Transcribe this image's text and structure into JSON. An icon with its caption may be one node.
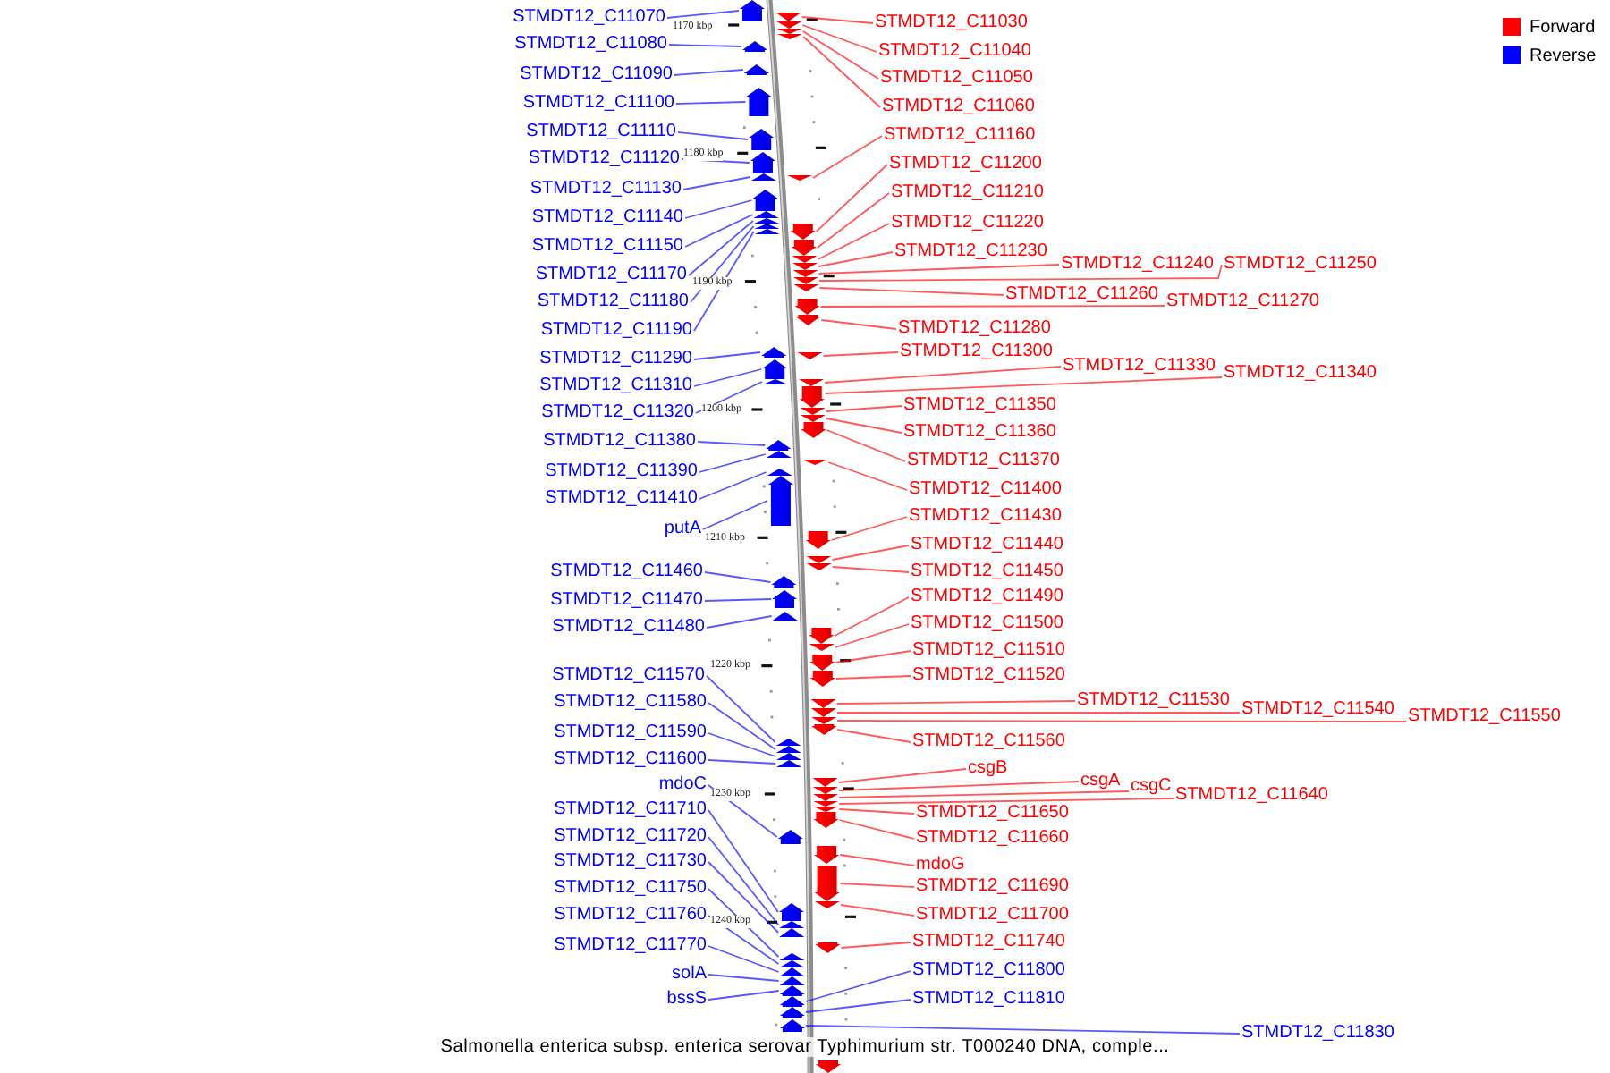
{
  "diagram": {
    "caption": "Salmonella enterica subsp. enterica serovar Typhimurium str. T000240 DNA, comple...",
    "nodes": [
      {
        "text": [
          "STMDT12_C11070"
        ]
      },
      {
        "text": [
          "STMDT12_C11080"
        ]
      },
      {
        "text": [
          "STMDT12_C11090"
        ]
      },
      {
        "text": [
          "STMDT12_C11100"
        ]
      },
      {
        "text": [
          "STMDT12_C11110"
        ]
      },
      {
        "text": [
          "STMDT12_C11120"
        ]
      },
      {
        "text": [
          "STMDT12_C11130"
        ]
      },
      {
        "text": [
          "STMDT12_C11140"
        ]
      },
      {
        "text": [
          "STMDT12_C11150"
        ]
      },
      {
        "text": [
          "STMDT12_C11170"
        ]
      },
      {
        "text": [
          "STMDT12_C11180"
        ]
      },
      {
        "text": [
          "STMDT12_C11190"
        ]
      },
      {
        "text": [
          "STMDT12_C11290"
        ]
      },
      {
        "text": [
          "STMDT12_C11310"
        ]
      },
      {
        "text": [
          "STMDT12_C11320"
        ]
      },
      {
        "text": [
          "STMDT12_C11380"
        ]
      },
      {
        "text": [
          "STMDT12_C11390"
        ]
      },
      {
        "text": [
          "STMDT12_C11410"
        ]
      },
      {
        "text": [
          "putA"
        ]
      },
      {
        "text": [
          "STMDT12_C11460"
        ]
      },
      {
        "text": [
          "STMDT12_C11470"
        ]
      },
      {
        "text": [
          "STMDT12_C11480"
        ]
      },
      {
        "text": [
          "STMDT12_C11570"
        ]
      },
      {
        "text": [
          "STMDT12_C11580"
        ]
      },
      {
        "text": [
          "STMDT12_C11590"
        ]
      },
      {
        "text": [
          "STMDT12_C11600"
        ]
      },
      {
        "text": [
          "mdoC"
        ]
      },
      {
        "text": [
          "STMDT12_C11710"
        ]
      },
      {
        "text": [
          "STMDT12_C11720"
        ]
      },
      {
        "text": [
          "STMDT12_C11730"
        ]
      },
      {
        "text": [
          "STMDT12_C11750"
        ]
      },
      {
        "text": [
          "STMDT12_C11760"
        ]
      },
      {
        "text": [
          "STMDT12_C11770"
        ]
      },
      {
        "text": [
          "solA"
        ]
      },
      {
        "text": [
          "bssS"
        ]
      },
      {
        "text": [
          "STMDT12_C11030"
        ]
      },
      {
        "text": [
          "STMDT12_C11040"
        ]
      },
      {
        "text": [
          "STMDT12_C11050"
        ]
      },
      {
        "text": [
          "STMDT12_C11060"
        ]
      },
      {
        "text": [
          "STMDT12_C11160"
        ]
      },
      {
        "text": [
          "STMDT12_C11200"
        ]
      },
      {
        "text": [
          "STMDT12_C11210"
        ]
      },
      {
        "text": [
          "STMDT12_C11220"
        ]
      },
      {
        "text": [
          "STMDT12_C11230"
        ]
      },
      {
        "text": [
          "STMDT12_C11240"
        ]
      },
      {
        "text": [
          "STMDT12_C11250"
        ]
      },
      {
        "text": [
          "STMDT12_C11260"
        ]
      },
      {
        "text": [
          "STMDT12_C11270"
        ]
      },
      {
        "text": [
          "STMDT12_C11280"
        ]
      },
      {
        "text": [
          "STMDT12_C11300"
        ]
      },
      {
        "text": [
          "STMDT12_C11330"
        ]
      },
      {
        "text": [
          "STMDT12_C11340"
        ]
      },
      {
        "text": [
          "STMDT12_C11350"
        ]
      },
      {
        "text": [
          "STMDT12_C11360"
        ]
      },
      {
        "text": [
          "STMDT12_C11370"
        ]
      },
      {
        "text": [
          "STMDT12_C11400"
        ]
      },
      {
        "text": [
          "STMDT12_C11430"
        ]
      },
      {
        "text": [
          "STMDT12_C11440"
        ]
      },
      {
        "text": [
          "STMDT12_C11450"
        ]
      },
      {
        "text": [
          "STMDT12_C11490"
        ]
      },
      {
        "text": [
          "STMDT12_C11500"
        ]
      },
      {
        "text": [
          "STMDT12_C11510"
        ]
      },
      {
        "text": [
          "STMDT12_C11520"
        ]
      },
      {
        "text": [
          "STMDT12_C11530"
        ]
      },
      {
        "text": [
          "STMDT12_C11540"
        ]
      },
      {
        "text": [
          "STMDT12_C11550"
        ]
      },
      {
        "text": [
          "STMDT12_C11560"
        ]
      },
      {
        "text": [
          "csgB"
        ]
      },
      {
        "text": [
          "csgA"
        ]
      },
      {
        "text": [
          "csgC"
        ]
      },
      {
        "text": [
          "STMDT12_C11640"
        ]
      },
      {
        "text": [
          "STMDT12_C11650"
        ]
      },
      {
        "text": [
          "STMDT12_C11660"
        ]
      },
      {
        "text": [
          "mdoG"
        ]
      },
      {
        "text": [
          "STMDT12_C11690"
        ]
      },
      {
        "text": [
          "STMDT12_C11700"
        ]
      },
      {
        "text": [
          "STMDT12_C11740"
        ]
      },
      {
        "text": [
          "STMDT12_C11800"
        ]
      },
      {
        "text": [
          "STMDT12_C11810"
        ]
      },
      {
        "text": [
          "STMDT12_C11830"
        ]
      },
      {
        "text": [],
        "shape": "block"
      },
      {
        "text": [],
        "shape": "block"
      },
      {
        "text": [],
        "shape": "block"
      },
      {
        "text": [],
        "shape": "block"
      },
      {
        "text": [],
        "shape": "block"
      },
      {
        "text": [],
        "shape": "block"
      },
      {
        "text": [],
        "shape": "block"
      },
      {
        "text": [],
        "shape": "block"
      },
      {
        "text": [],
        "shape": "block"
      },
      {
        "text": [],
        "shape": "block"
      },
      {
        "text": [],
        "shape": "block"
      },
      {
        "text": [],
        "shape": "block"
      },
      {
        "text": [],
        "shape": "block"
      },
      {
        "text": [],
        "shape": "block"
      },
      {
        "text": [],
        "shape": "block"
      },
      {
        "text": [],
        "shape": "block"
      },
      {
        "text": [],
        "shape": "block"
      },
      {
        "text": [],
        "shape": "block"
      },
      {
        "text": [],
        "shape": "block"
      },
      {
        "text": [],
        "shape": "block"
      },
      {
        "text": [],
        "shape": "block"
      },
      {
        "text": [],
        "shape": "block"
      },
      {
        "text": [],
        "shape": "block"
      },
      {
        "text": [],
        "shape": "block"
      },
      {
        "text": [],
        "shape": "block"
      },
      {
        "text": [],
        "shape": "block"
      },
      {
        "text": [],
        "shape": "block"
      },
      {
        "text": [],
        "shape": "block"
      },
      {
        "text": [],
        "shape": "block"
      },
      {
        "text": [],
        "shape": "block"
      },
      {
        "text": [],
        "shape": "block"
      },
      {
        "text": [],
        "shape": "block"
      },
      {
        "text": [],
        "shape": "block"
      },
      {
        "text": [],
        "shape": "block"
      },
      {
        "text": [],
        "shape": "block"
      },
      {
        "text": [],
        "shape": "block"
      },
      {
        "text": [],
        "shape": "block"
      },
      {
        "text": [],
        "shape": "block"
      },
      {
        "text": [],
        "shape": "block"
      },
      {
        "text": [],
        "shape": "block"
      },
      {
        "text": [],
        "shape": "block"
      },
      {
        "text": [],
        "shape": "block"
      },
      {
        "text": [],
        "shape": "block"
      },
      {
        "text": [],
        "shape": "block"
      },
      {
        "text": [],
        "shape": "block"
      },
      {
        "text": [],
        "shape": "block"
      },
      {
        "text": [],
        "shape": "block"
      },
      {
        "text": [],
        "shape": "block"
      },
      {
        "text": [],
        "shape": "block"
      },
      {
        "text": [],
        "shape": "block"
      },
      {
        "text": [],
        "shape": "block"
      },
      {
        "text": [],
        "shape": "block"
      },
      {
        "text": [],
        "shape": "block"
      },
      {
        "text": [],
        "shape": "block"
      },
      {
        "text": [],
        "shape": "block"
      },
      {
        "text": [],
        "shape": "block"
      },
      {
        "text": [],
        "shape": "block"
      },
      {
        "text": [],
        "shape": "block"
      },
      {
        "text": [],
        "shape": "block"
      },
      {
        "text": [],
        "shape": "block"
      },
      {
        "text": [],
        "shape": "block"
      },
      {
        "text": [],
        "shape": "block"
      },
      {
        "text": [],
        "shape": "block"
      },
      {
        "text": [],
        "shape": "block"
      },
      {
        "text": [],
        "shape": "block"
      },
      {
        "text": [],
        "shape": "block"
      },
      {
        "text": [],
        "shape": "block"
      },
      {
        "text": [],
        "shape": "block"
      },
      {
        "text": [],
        "shape": "block"
      },
      {
        "text": [],
        "shape": "block"
      },
      {
        "text": [],
        "shape": "block"
      },
      {
        "text": [],
        "shape": "block"
      },
      {
        "text": [],
        "shape": "block"
      },
      {
        "text": [],
        "shape": "block"
      },
      {
        "text": [],
        "shape": "block"
      },
      {
        "text": [],
        "shape": "block"
      },
      {
        "text": [],
        "shape": "block"
      },
      {
        "text": [],
        "shape": "block"
      },
      {
        "text": [],
        "shape": "block"
      },
      {
        "text": [],
        "shape": "block"
      },
      {
        "text": [],
        "shape": "block"
      }
    ],
    "edges": [
      {
        "from": 0,
        "to": 80,
        "arrow": "none",
        "color": "#0000ff"
      },
      {
        "from": 1,
        "to": 81,
        "arrow": "none",
        "color": "#0000ff"
      },
      {
        "from": 2,
        "to": 82,
        "arrow": "none",
        "color": "#0000ff"
      },
      {
        "from": 3,
        "to": 83,
        "arrow": "none",
        "color": "#0000ff"
      },
      {
        "from": 4,
        "to": 84,
        "arrow": "none",
        "color": "#0000ff"
      },
      {
        "from": 5,
        "to": 85,
        "arrow": "none",
        "color": "#0000ff"
      },
      {
        "from": 6,
        "to": 86,
        "arrow": "none",
        "color": "#0000ff"
      },
      {
        "from": 7,
        "to": 87,
        "arrow": "none",
        "color": "#0000ff"
      },
      {
        "from": 8,
        "to": 88,
        "arrow": "none",
        "color": "#0000ff"
      },
      {
        "from": 9,
        "to": 89,
        "arrow": "none",
        "color": "#0000ff"
      },
      {
        "from": 10,
        "to": 90,
        "arrow": "none",
        "color": "#0000ff"
      },
      {
        "from": 11,
        "to": 91,
        "arrow": "none",
        "color": "#0000ff"
      },
      {
        "from": 12,
        "to": 92,
        "arrow": "none",
        "color": "#0000ff"
      },
      {
        "from": 13,
        "to": 93,
        "arrow": "none",
        "color": "#0000ff"
      },
      {
        "from": 14,
        "to": 94,
        "arrow": "none",
        "color": "#0000ff"
      },
      {
        "from": 15,
        "to": 95,
        "arrow": "none",
        "color": "#0000ff"
      },
      {
        "from": 16,
        "to": 96,
        "arrow": "none",
        "color": "#0000ff"
      },
      {
        "from": 17,
        "to": 97,
        "arrow": "none",
        "color": "#0000ff"
      },
      {
        "from": 18,
        "to": 98,
        "arrow": "none",
        "color": "#0000ff"
      },
      {
        "from": 19,
        "to": 99,
        "arrow": "none",
        "color": "#0000ff"
      },
      {
        "from": 20,
        "to": 100,
        "arrow": "none",
        "color": "#0000ff"
      },
      {
        "from": 21,
        "to": 101,
        "arrow": "none",
        "color": "#0000ff"
      },
      {
        "from": 22,
        "to": 102,
        "arrow": "none",
        "color": "#0000ff"
      },
      {
        "from": 23,
        "to": 103,
        "arrow": "none",
        "color": "#0000ff"
      },
      {
        "from": 24,
        "to": 104,
        "arrow": "none",
        "color": "#0000ff"
      },
      {
        "from": 25,
        "to": 105,
        "arrow": "none",
        "color": "#0000ff"
      },
      {
        "from": 26,
        "to": 106,
        "arrow": "none",
        "color": "#0000ff"
      },
      {
        "from": 27,
        "to": 107,
        "arrow": "none",
        "color": "#0000ff"
      },
      {
        "from": 28,
        "to": 108,
        "arrow": "none",
        "color": "#0000ff"
      },
      {
        "from": 29,
        "to": 109,
        "arrow": "none",
        "color": "#0000ff"
      },
      {
        "from": 30,
        "to": 110,
        "arrow": "none",
        "color": "#0000ff"
      },
      {
        "from": 31,
        "to": 111,
        "arrow": "none",
        "color": "#0000ff"
      },
      {
        "from": 32,
        "to": 112,
        "arrow": "none",
        "color": "#0000ff"
      },
      {
        "from": 33,
        "to": 113,
        "arrow": "none",
        "color": "#0000ff"
      },
      {
        "from": 34,
        "to": 114,
        "arrow": "none",
        "color": "#0000ff"
      },
      {
        "from": 35,
        "to": 115,
        "arrow": "none"
      },
      {
        "from": 36,
        "to": 116,
        "arrow": "none"
      },
      {
        "from": 37,
        "to": 117,
        "arrow": "none"
      },
      {
        "from": 38,
        "to": 118,
        "arrow": "none"
      },
      {
        "from": 39,
        "to": 119,
        "arrow": "none"
      },
      {
        "from": 40,
        "to": 120,
        "arrow": "none"
      },
      {
        "from": 41,
        "to": 121,
        "arrow": "none"
      },
      {
        "from": 42,
        "to": 122,
        "arrow": "none"
      },
      {
        "from": 43,
        "to": 123,
        "arrow": "none"
      },
      {
        "from": 44,
        "to": 124,
        "arrow": "none"
      },
      {
        "from": 45,
        "to": 125,
        "arrow": "none"
      },
      {
        "from": 46,
        "to": 126,
        "arrow": "none"
      },
      {
        "from": 47,
        "to": 127,
        "arrow": "none"
      },
      {
        "from": 48,
        "to": 128,
        "arrow": "none"
      },
      {
        "from": 49,
        "to": 129,
        "arrow": "none"
      },
      {
        "from": 50,
        "to": 130,
        "arrow": "none"
      },
      {
        "from": 51,
        "to": 131,
        "arrow": "none"
      },
      {
        "from": 52,
        "to": 132,
        "arrow": "none"
      },
      {
        "from": 53,
        "to": 133,
        "arrow": "none"
      },
      {
        "from": 54,
        "to": 134,
        "arrow": "none"
      },
      {
        "from": 55,
        "to": 135,
        "arrow": "none"
      },
      {
        "from": 56,
        "to": 136,
        "arrow": "none"
      },
      {
        "from": 57,
        "to": 137,
        "arrow": "none"
      },
      {
        "from": 58,
        "to": 138,
        "arrow": "none"
      },
      {
        "from": 59,
        "to": 139,
        "arrow": "none"
      },
      {
        "from": 60,
        "to": 140,
        "arrow": "none"
      },
      {
        "from": 61,
        "to": 141,
        "arrow": "none"
      },
      {
        "from": 62,
        "to": 142,
        "arrow": "none"
      },
      {
        "from": 63,
        "to": 143,
        "arrow": "none"
      },
      {
        "from": 64,
        "to": 144,
        "arrow": "none"
      },
      {
        "from": 65,
        "to": 145,
        "arrow": "none"
      },
      {
        "from": 66,
        "to": 146,
        "arrow": "none"
      },
      {
        "from": 67,
        "to": 147,
        "arrow": "none"
      },
      {
        "from": 68,
        "to": 148,
        "arrow": "none"
      },
      {
        "from": 69,
        "to": 149,
        "arrow": "none"
      },
      {
        "from": 70,
        "to": 150,
        "arrow": "none"
      },
      {
        "from": 71,
        "to": 151,
        "arrow": "none"
      },
      {
        "from": 72,
        "to": 152,
        "arrow": "none"
      },
      {
        "from": 73,
        "to": 153,
        "arrow": "none"
      },
      {
        "from": 74,
        "to": 154,
        "arrow": "none"
      },
      {
        "from": 75,
        "to": 155,
        "arrow": "none"
      },
      {
        "from": 76,
        "to": 156,
        "arrow": "none"
      },
      {
        "from": 77,
        "to": 157,
        "arrow": "none",
        "color": "#0000ff"
      },
      {
        "from": 78,
        "to": 158,
        "arrow": "none",
        "color": "#0000ff"
      },
      {
        "from": 79,
        "to": 159,
        "arrow": "none",
        "color": "#0000ff"
      }
    ],
    "labels": [
      "1170 kbp",
      "1180 kbp",
      "1190 kbp",
      "1200 kbp",
      "1210 kbp",
      "1220 kbp",
      "1230 kbp",
      "1240 kbp"
    ],
    "legend": [
      {
        "text": "Forward",
        "color": "#ff0000"
      },
      {
        "text": "Reverse",
        "color": "#0000ff"
      }
    ]
  }
}
